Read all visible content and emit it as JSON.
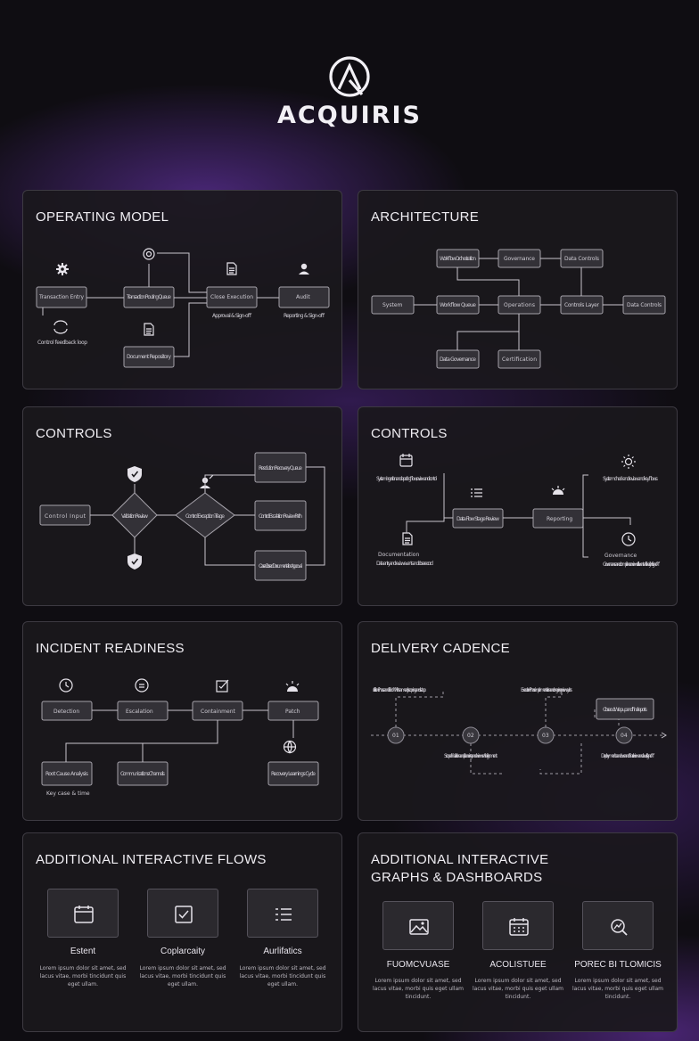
{
  "brand": {
    "name": "ACQUIRIS"
  },
  "panels": {
    "operating_model": {
      "title": "OPERATING MODEL",
      "labels": [
        "Transaction Entry",
        "Control feedback loop",
        "Transaction Routing Queue",
        "Close Execution",
        "Audit",
        "Approval & Sign-off",
        "Reporting & Sign-off",
        "Document Repository"
      ]
    },
    "architecture": {
      "title": "ARCHITECTURE",
      "labels": [
        "Workflow Orchestration",
        "Governance",
        "Data Controls",
        "System",
        "Workflow Queue",
        "Operations",
        "Controls Layer",
        "Data Controls",
        "Data Governance",
        "Certification"
      ]
    },
    "controls_a": {
      "title": "CONTROLS",
      "labels": [
        "Control Input",
        "Validation Review",
        "Control Exception Triage",
        "Resolution Recovery Queue",
        "Control Escalation Review Path",
        "Case Closed Documentation Approval"
      ]
    },
    "controls_b": {
      "title": "CONTROLS",
      "labels": [
        "System ingestion and reporting flow, review and control",
        "Documentation",
        "Data entry and review events and close record",
        "Data Flow Stage Review",
        "Reporting",
        "System check and review and key flows",
        "Governance",
        "Governance and compliance review of all events with key limit sign-off"
      ]
    },
    "incident": {
      "title": "INCIDENT READINESS",
      "labels": [
        "Detection",
        "Escalation",
        "Containment",
        "Patch",
        "Root Cause Analysis",
        "Communications Channels",
        "Recovery Learnings Cycle",
        "Key case & time"
      ]
    },
    "delivery": {
      "title": "DELIVERY CADENCE",
      "milestones": [
        "01",
        "02",
        "03",
        "04"
      ],
      "labels": [
        "Initiation Phase and kickoff with team early scoping and setup",
        "Scope finalization and planning and reviews with alignment",
        "Execution Phase implementation and ongoing review cycles",
        "Closeout Wrap-up and final reports",
        "Deployment handover and final review and audit sign-off"
      ]
    },
    "flows": {
      "title": "ADDITIONAL INTERACTIVE FLOWS",
      "cards": [
        {
          "icon": "calendar-icon",
          "title": "Estent",
          "desc": "Lorem ipsum dolor sit amet, sed lacus vitae, morbi tincidunt quis eget ullam."
        },
        {
          "icon": "checklist-icon",
          "title": "Coplarcaity",
          "desc": "Lorem ipsum dolor sit amet, sed lacus vitae, morbi tincidunt quis eget ullam."
        },
        {
          "icon": "list-icon",
          "title": "Aurlifatics",
          "desc": "Lorem ipsum dolor sit amet, sed lacus vitae, morbi tincidunt quis eget ullam."
        }
      ]
    },
    "graphs": {
      "title": "ADDITIONAL INTERACTIVE GRAPHS & DASHBOARDS",
      "cards": [
        {
          "icon": "image-icon",
          "title": "FUOMCVUASE",
          "desc": "Lorem ipsum dolor sit amet, sed lacus vitae, morbi quis eget ullam tincidunt."
        },
        {
          "icon": "calendar-grid-icon",
          "title": "ACOLISTUEE",
          "desc": "Lorem ipsum dolor sit amet, sed lacus vitae, morbi quis eget ullam tincidunt."
        },
        {
          "icon": "analytics-icon",
          "title": "POREC BI TLOMICIS",
          "desc": "Lorem ipsum dolor sit amet, sed lacus vitae, morbi quis eget ullam tincidunt."
        }
      ]
    }
  },
  "colors": {
    "background": "#0f0d12",
    "panel": "#1a181c",
    "accent": "#7a3fd0",
    "line": "#c9c6ce"
  }
}
